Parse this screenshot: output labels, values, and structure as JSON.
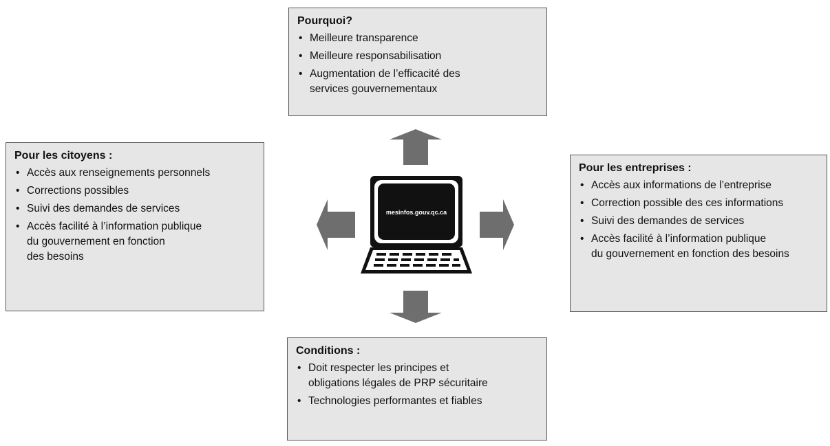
{
  "center": {
    "url": "mesinfos.gouv.qc.ca"
  },
  "boxes": {
    "top": {
      "title": "Pourquoi?",
      "items": [
        "Meilleure transparence",
        "Meilleure responsabilisation",
        "Augmentation de l’efficacité des\nservices gouvernementaux"
      ]
    },
    "left": {
      "title": "Pour les citoyens :",
      "items": [
        "Accès aux renseignements personnels",
        "Corrections possibles",
        "Suivi des demandes de services",
        "Accès facilité à l’information publique\ndu gouvernement en fonction\ndes besoins"
      ]
    },
    "right": {
      "title": "Pour les entreprises :",
      "items": [
        "Accès aux informations de l’entreprise",
        "Correction possible des ces informations",
        "Suivi des demandes de services",
        "Accès facilité à l’information publique\ndu gouvernement en fonction des besoins"
      ]
    },
    "bottom": {
      "title": "Conditions :",
      "items": [
        "Doit respecter les principes et\nobligations légales de PRP sécuritaire",
        "Technologies performantes et fiables"
      ]
    }
  },
  "colors": {
    "box_fill": "#e6e6e6",
    "box_border": "#555555",
    "arrow": "#6e6e6e",
    "computer": "#111111"
  }
}
